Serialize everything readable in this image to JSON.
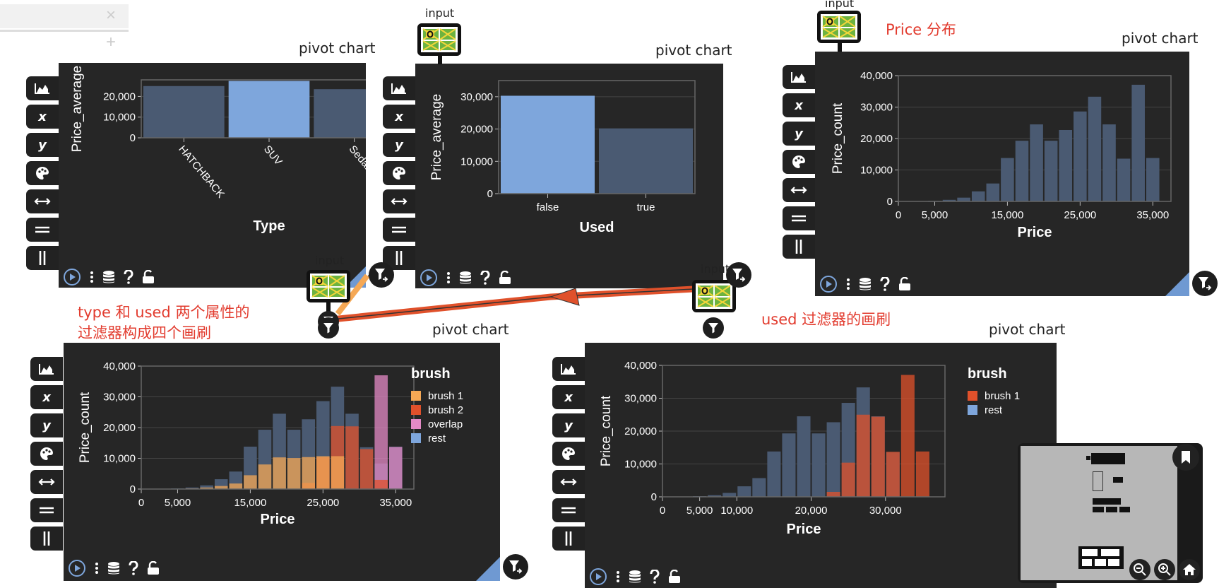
{
  "tab_widget": {
    "close_symbol": "×",
    "add_symbol": "+"
  },
  "toolbar_labels": {
    "x": "x",
    "y": "y"
  },
  "panels": {
    "type_chart": {
      "title": "pivot chart"
    },
    "used_chart": {
      "title": "pivot chart"
    },
    "price_chart": {
      "title": "pivot chart"
    },
    "brush_chart": {
      "title": "pivot chart"
    },
    "used_brush_chart": {
      "title": "pivot chart"
    }
  },
  "input_nodes": {
    "label": "input"
  },
  "annotations": {
    "price_dist": "Price 分布",
    "type_used_line1": "type 和 used 两个属性的",
    "type_used_line2": "过滤器构成四个画刷",
    "used_filter": "used 过滤器的画刷"
  },
  "colors": {
    "panel_bg": "#262626",
    "bar_dark": "#4a5a72",
    "bar_highlight": "#7ea6dc",
    "brush1_orange": "#f5a855",
    "brush2_red": "#e0512b",
    "overlap_pink": "#e48ac6",
    "rest_blue": "#7ea6dc",
    "annotation_red": "#e23b2e"
  },
  "chart_data": [
    {
      "id": "type_chart",
      "type": "bar",
      "categories": [
        "HATCHBACK",
        "SUV",
        "Sedan"
      ],
      "values": [
        25000,
        27500,
        23500
      ],
      "highlight": [
        false,
        true,
        false
      ],
      "ylabel": "Price_average",
      "xlabel": "Type",
      "ylim": [
        0,
        28000
      ],
      "yticks": [
        0,
        10000,
        20000
      ],
      "ytick_labels": [
        "0",
        "10,000",
        "20,000"
      ]
    },
    {
      "id": "used_chart",
      "type": "bar",
      "categories": [
        "false",
        "true"
      ],
      "values": [
        30300,
        20200
      ],
      "highlight": [
        true,
        false
      ],
      "ylabel": "Price_average",
      "xlabel": "Used",
      "ylim": [
        0,
        35000
      ],
      "yticks": [
        0,
        10000,
        20000,
        30000
      ],
      "ytick_labels": [
        "0",
        "10,000",
        "20,000",
        "30,000"
      ]
    },
    {
      "id": "price_chart",
      "type": "bar",
      "x": [
        0,
        2000,
        4000,
        6000,
        8000,
        10000,
        12000,
        14000,
        16000,
        18000,
        20000,
        22000,
        24000,
        26000,
        28000,
        30000,
        32000,
        34000,
        36000
      ],
      "values": [
        0,
        0,
        200,
        500,
        1200,
        3200,
        5700,
        13800,
        19300,
        24500,
        19300,
        22700,
        28600,
        33300,
        24500,
        13600,
        37100,
        13800,
        0
      ],
      "ylabel": "Price_count",
      "xlabel": "Price",
      "xlim": [
        0,
        37500
      ],
      "ylim": [
        0,
        40000
      ],
      "yticks": [
        0,
        10000,
        20000,
        30000,
        40000
      ],
      "ytick_labels": [
        "0",
        "10,000",
        "20,000",
        "30,000",
        "40,000"
      ],
      "xticks": [
        0,
        5000,
        15000,
        25000,
        35000
      ],
      "xtick_labels": [
        "0",
        "5,000",
        "15,000",
        "25,000",
        "35,000"
      ]
    },
    {
      "id": "brush_chart",
      "type": "bar",
      "x": [
        0,
        2000,
        4000,
        6000,
        8000,
        10000,
        12000,
        14000,
        16000,
        18000,
        20000,
        22000,
        24000,
        26000,
        28000,
        30000,
        32000,
        34000,
        36000
      ],
      "series": [
        {
          "name": "brush 1",
          "values": [
            0,
            0,
            100,
            200,
            500,
            1000,
            1800,
            4500,
            8000,
            10300,
            10100,
            10400,
            10700,
            10700,
            0,
            0,
            0,
            0,
            0
          ]
        },
        {
          "name": "brush 2",
          "values": [
            0,
            0,
            0,
            0,
            0,
            0,
            0,
            0,
            0,
            0,
            0,
            2000,
            10400,
            20500,
            20400,
            13000,
            3000,
            0,
            0
          ]
        },
        {
          "name": "overlap",
          "values": [
            0,
            0,
            0,
            0,
            0,
            0,
            0,
            0,
            0,
            0,
            0,
            0,
            0,
            0,
            0,
            0,
            37000,
            13700,
            0
          ]
        },
        {
          "name": "rest",
          "values": [
            0,
            0,
            200,
            500,
            1200,
            3200,
            5700,
            13800,
            19300,
            24500,
            19300,
            22700,
            28600,
            33300,
            24500,
            13600,
            8300,
            13800,
            0
          ]
        }
      ],
      "legend_title": "brush",
      "ylabel": "Price_count",
      "xlabel": "Price",
      "xlim": [
        0,
        37500
      ],
      "ylim": [
        0,
        40000
      ],
      "yticks": [
        0,
        10000,
        20000,
        30000,
        40000
      ],
      "ytick_labels": [
        "0",
        "10,000",
        "20,000",
        "30,000",
        "40,000"
      ],
      "xticks": [
        0,
        5000,
        15000,
        25000,
        35000
      ],
      "xtick_labels": [
        "0",
        "5,000",
        "15,000",
        "25,000",
        "35,000"
      ]
    },
    {
      "id": "used_brush_chart",
      "type": "bar",
      "x": [
        0,
        2000,
        4000,
        6000,
        8000,
        10000,
        12000,
        14000,
        16000,
        18000,
        20000,
        22000,
        24000,
        26000,
        28000,
        30000,
        32000,
        34000,
        36000
      ],
      "series": [
        {
          "name": "brush 1",
          "values": [
            0,
            0,
            0,
            0,
            0,
            0,
            0,
            0,
            0,
            0,
            0,
            1500,
            10400,
            25000,
            24400,
            13700,
            37100,
            13800,
            0
          ]
        },
        {
          "name": "rest",
          "values": [
            0,
            0,
            200,
            500,
            1200,
            3200,
            5700,
            13800,
            19300,
            24500,
            19300,
            22700,
            28600,
            33300,
            24500,
            13600,
            0,
            0,
            0
          ]
        }
      ],
      "legend_title": "brush",
      "ylabel": "Price_count",
      "xlabel": "Price",
      "xlim": [
        0,
        38000
      ],
      "ylim": [
        0,
        40000
      ],
      "yticks": [
        0,
        10000,
        20000,
        30000,
        40000
      ],
      "ytick_labels": [
        "0",
        "10,000",
        "20,000",
        "30,000",
        "40,000"
      ],
      "xticks": [
        0,
        5000,
        10000,
        20000,
        30000
      ],
      "xtick_labels": [
        "0",
        "5,000",
        "10,000",
        "20,000",
        "30,000"
      ]
    }
  ]
}
